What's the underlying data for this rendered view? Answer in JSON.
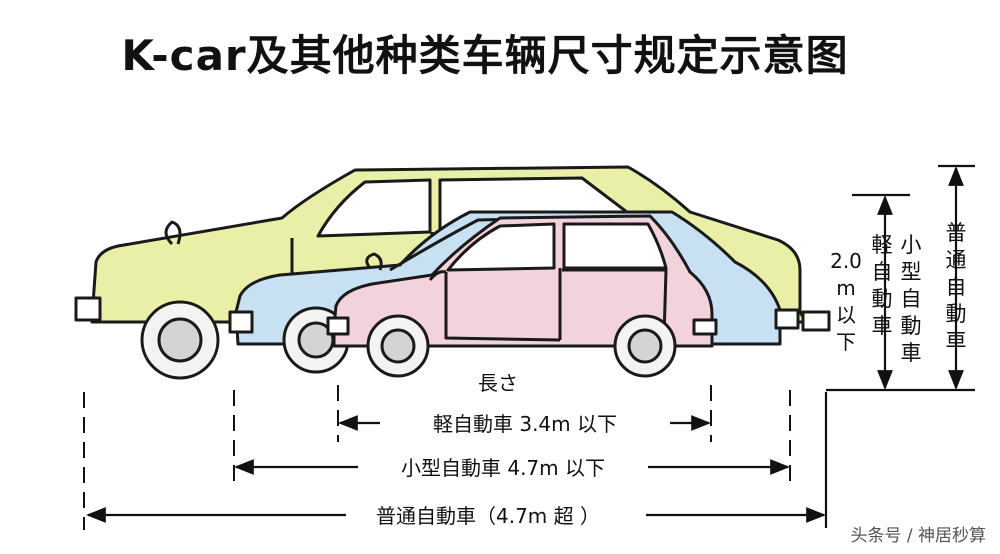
{
  "title": "K-car及其他种类车辆尺寸规定示意图",
  "colors": {
    "ordinary_car": "#e9efa6",
    "small_car": "#c7e0f2",
    "kei_car": "#f2d3dc",
    "tire": "#f3f3f3",
    "hub": "#d4d4d4",
    "outline": "#1a1a1a"
  },
  "length_heading": "長さ",
  "lengths": [
    {
      "label": "軽自動車 3.4m 以下"
    },
    {
      "label": "小型自動車 4.7m 以下"
    },
    {
      "label": "普通自動車（4.7m 超 ）"
    }
  ],
  "heights": {
    "value_label": [
      "2.0",
      "m",
      "以",
      "下"
    ],
    "kei": [
      "軽",
      "自",
      "動",
      "車"
    ],
    "small": [
      "小",
      "型",
      "自",
      "動",
      "車"
    ],
    "ordinary": [
      "普",
      "通",
      "自",
      "動",
      "車"
    ]
  },
  "watermark": "头条号 / 神居秒算"
}
